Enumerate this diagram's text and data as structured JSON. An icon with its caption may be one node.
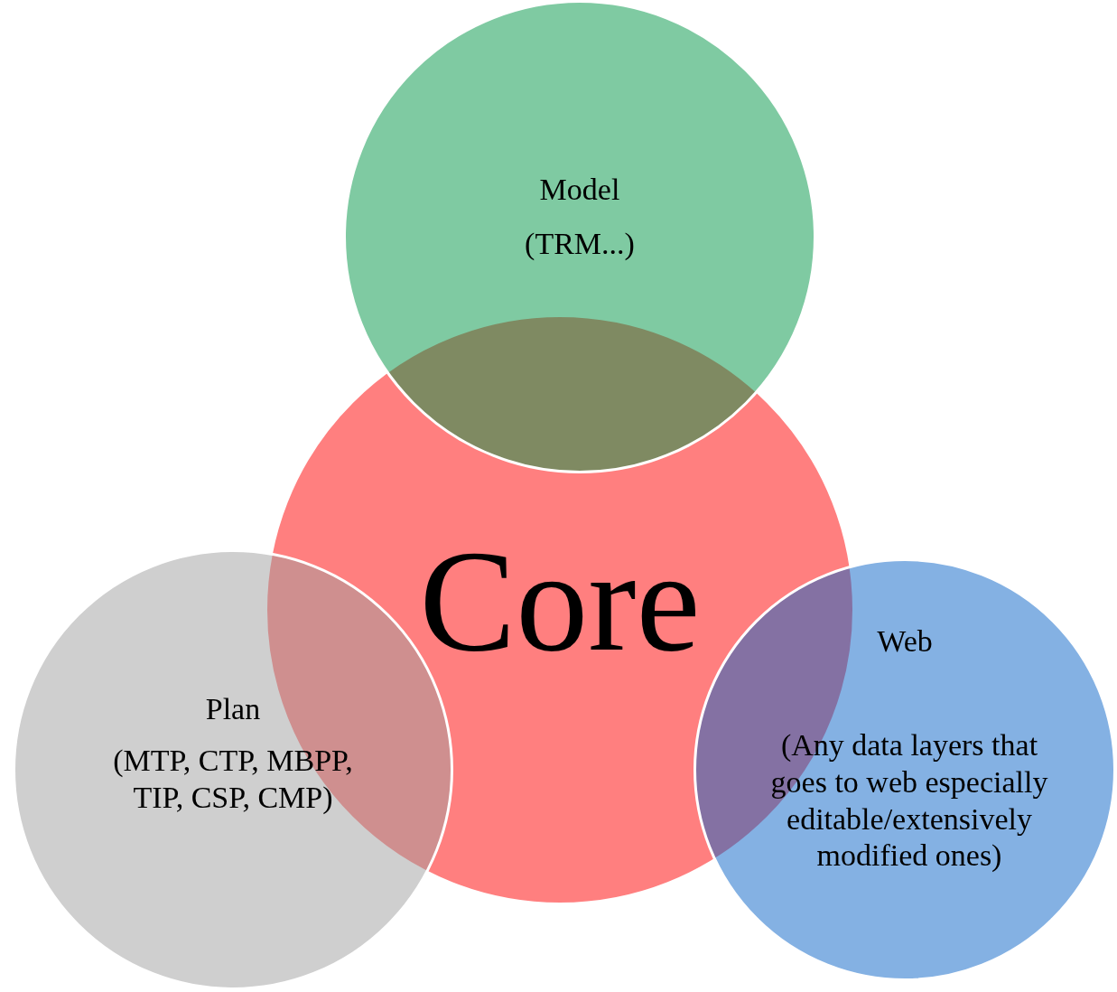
{
  "diagram": {
    "nodes": [
      {
        "text": [
          "Model",
          "(TRM...)"
        ]
      },
      {
        "text": [
          "Core"
        ]
      },
      {
        "text": [
          "Plan",
          "(MTP, CTP, MBPP, TIP, CSP, CMP)"
        ]
      },
      {
        "text": [
          "Web",
          "(Any data layers that goes to web especially editable/extensively modified ones)"
        ]
      }
    ]
  }
}
